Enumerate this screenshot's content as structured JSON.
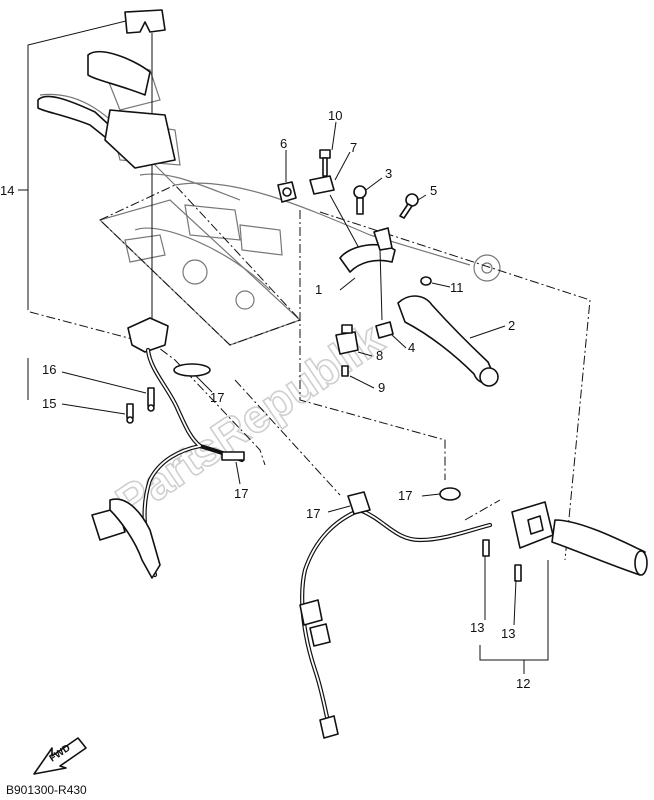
{
  "diagram_code": "B901300-R430",
  "watermark": "PartsRepublik",
  "fwd_label": "FWD",
  "callouts": {
    "c1": "1",
    "c2": "2",
    "c3": "3",
    "c4": "4",
    "c5": "5",
    "c6": "6",
    "c7": "7",
    "c8": "8",
    "c9": "9",
    "c10": "10",
    "c11": "11",
    "c12": "12",
    "c13a": "13",
    "c13b": "13",
    "c14": "14",
    "c15": "15",
    "c16": "16",
    "c17a": "17",
    "c17b": "17",
    "c17c": "17",
    "c17d": "17"
  }
}
